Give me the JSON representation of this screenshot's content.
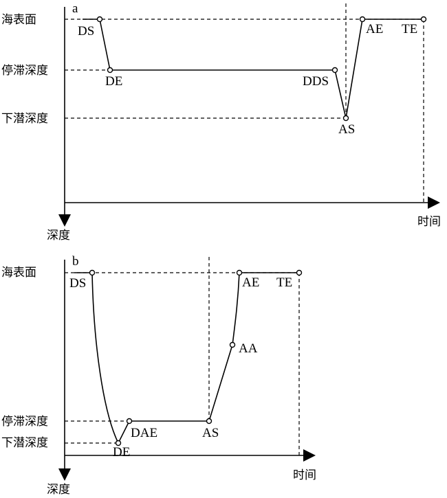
{
  "panel_a": {
    "tag": "a",
    "y_labels": {
      "surface": "海表面",
      "park": "停滞深度",
      "profile": "下潜深度"
    },
    "axis_depth": "深度",
    "axis_time": "时间",
    "points": {
      "DS": "DS",
      "DE": "DE",
      "DDS": "DDS",
      "AS": "AS",
      "AE": "AE",
      "TE": "TE"
    }
  },
  "panel_b": {
    "tag": "b",
    "y_labels": {
      "surface": "海表面",
      "park": "停滞深度",
      "profile": "下潜深度"
    },
    "axis_depth": "深度",
    "axis_time": "时间",
    "points": {
      "DS": "DS",
      "DE": "DE",
      "DAE": "DAE",
      "AS": "AS",
      "AA": "AA",
      "AE": "AE",
      "TE": "TE"
    }
  }
}
